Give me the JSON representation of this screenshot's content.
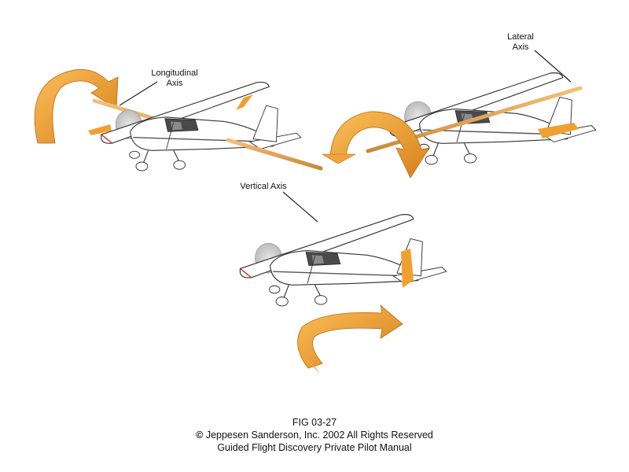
{
  "labels": {
    "longitudinal_line1": "Longitudinal",
    "longitudinal_line2": "Axis",
    "lateral_line1": "Lateral",
    "lateral_line2": "Axis",
    "vertical": "Vertical Axis"
  },
  "caption": {
    "figure": "FIG 03-27",
    "copyright_symbol": "©",
    "copyright": "Jeppesen Sanderson, Inc. 2002 All Rights Reserved",
    "book": "Guided Flight Discovery Private Pilot Manual"
  },
  "colors": {
    "arrow_orange": "#f2a43a",
    "arrow_dark": "#d98a1e",
    "axis_rod": "#e8a24a",
    "aircraft_white": "#ffffff",
    "aircraft_outline": "#333333",
    "highlight_orange": "#f0a030"
  }
}
